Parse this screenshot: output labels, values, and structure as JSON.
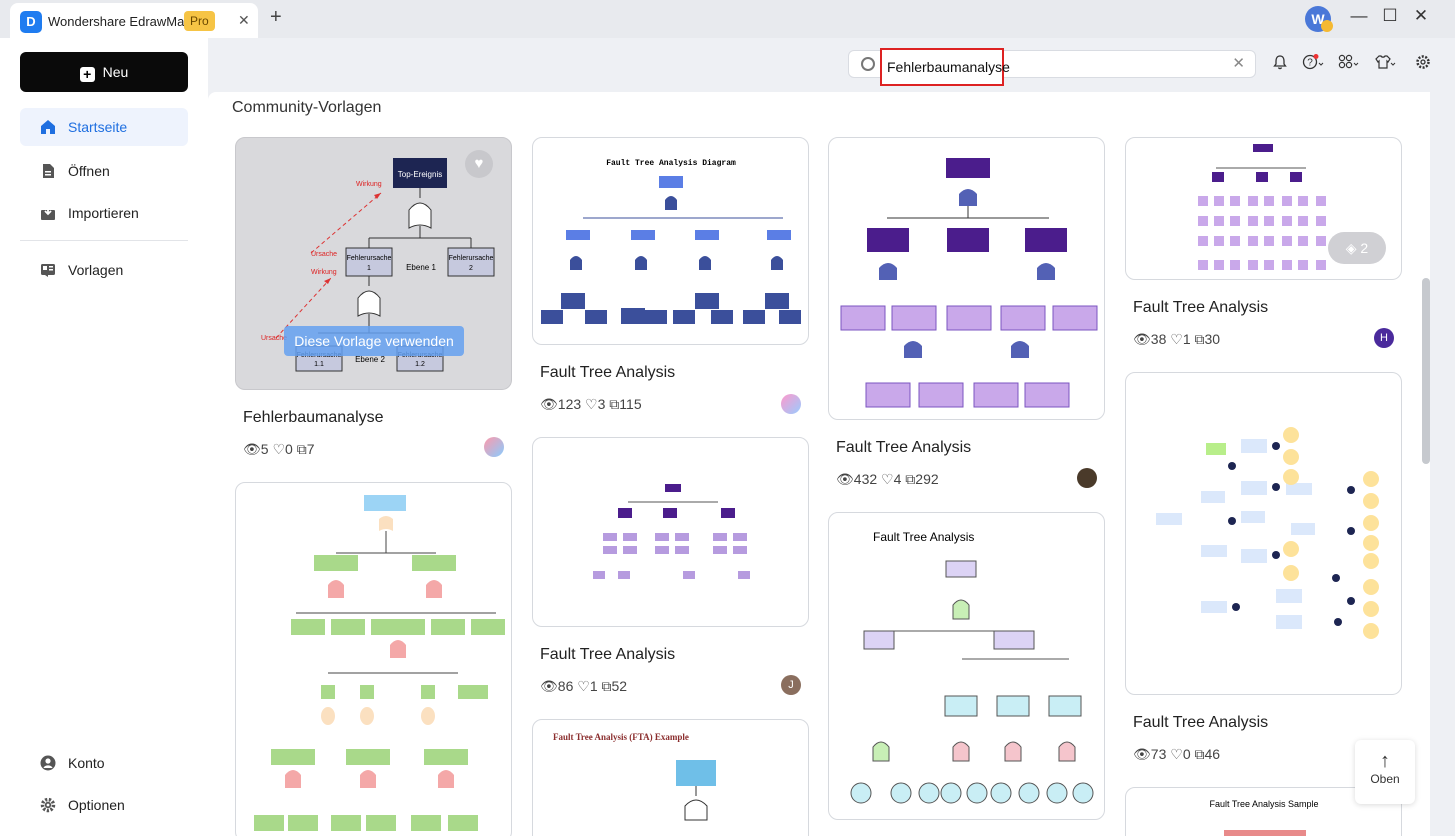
{
  "app": {
    "name": "Wondershare EdrawMax",
    "badge": "Pro",
    "avatar_letter": "W"
  },
  "window": {
    "min": "—",
    "max": "☐",
    "close": "✕",
    "new_tab": "+",
    "close_tab": "✕"
  },
  "sidebar": {
    "new_button": "Neu",
    "items": [
      {
        "label": "Startseite",
        "icon": "home-icon",
        "active": true
      },
      {
        "label": "Öffnen",
        "icon": "file-icon"
      },
      {
        "label": "Importieren",
        "icon": "import-icon"
      },
      {
        "label": "Vorlagen",
        "icon": "templates-icon"
      }
    ],
    "bottom": [
      {
        "label": "Konto",
        "icon": "user-icon"
      },
      {
        "label": "Optionen",
        "icon": "gear-icon"
      }
    ]
  },
  "search": {
    "value": "Fehlerbaumanalyse"
  },
  "section": {
    "title": "Community-Vorlagen"
  },
  "cards": [
    {
      "title": "Fehlerbaumanalyse",
      "views": "5",
      "likes": "0",
      "copies": "7",
      "use_label": "Diese Vorlage verwenden",
      "labels": {
        "top": "Top-Ereignis",
        "wirkung1": "Wirkung",
        "ursache1": "Ursache",
        "wirkung2": "Wirkung",
        "ursache2": "Ursache",
        "fu1": "Fehlerursache",
        "fu1n": "1",
        "fu2": "Fehlerursache",
        "fu2n": "2",
        "ebene1": "Ebene 1",
        "fu11": "Fehlerursache",
        "fu11n": "1.1",
        "fu12": "Fehlerursache",
        "fu12n": "1.2",
        "ebene2": "Ebene 2"
      }
    },
    {
      "title": "Fault Tree Analysis",
      "views": "123",
      "likes": "3",
      "copies": "115",
      "diagram_title": "Fault Tree Analysis Diagram"
    },
    {
      "title": "Fault Tree Analysis",
      "views": "432",
      "likes": "4",
      "copies": "292"
    },
    {
      "title": "Fault Tree Analysis",
      "views": "38",
      "likes": "1",
      "copies": "30",
      "pages": "2",
      "avatar_letter": "H"
    },
    {
      "title": "Fault Tree Analysis",
      "views": "86",
      "likes": "1",
      "copies": "52",
      "avatar_letter": "J"
    },
    {
      "title": "Fault Tree Analysis",
      "views": "73",
      "likes": "0",
      "copies": "46"
    },
    {
      "diagram_title": "Fault Tree Analysis (FTA) Example"
    },
    {
      "diagram_title": "Fault Tree Analysis"
    },
    {
      "diagram_title": "Fault Tree Analysis Sample"
    }
  ],
  "back_to_top": "Oben",
  "colors": {
    "accent": "#1f6fe0",
    "highlight": "#d22222"
  }
}
